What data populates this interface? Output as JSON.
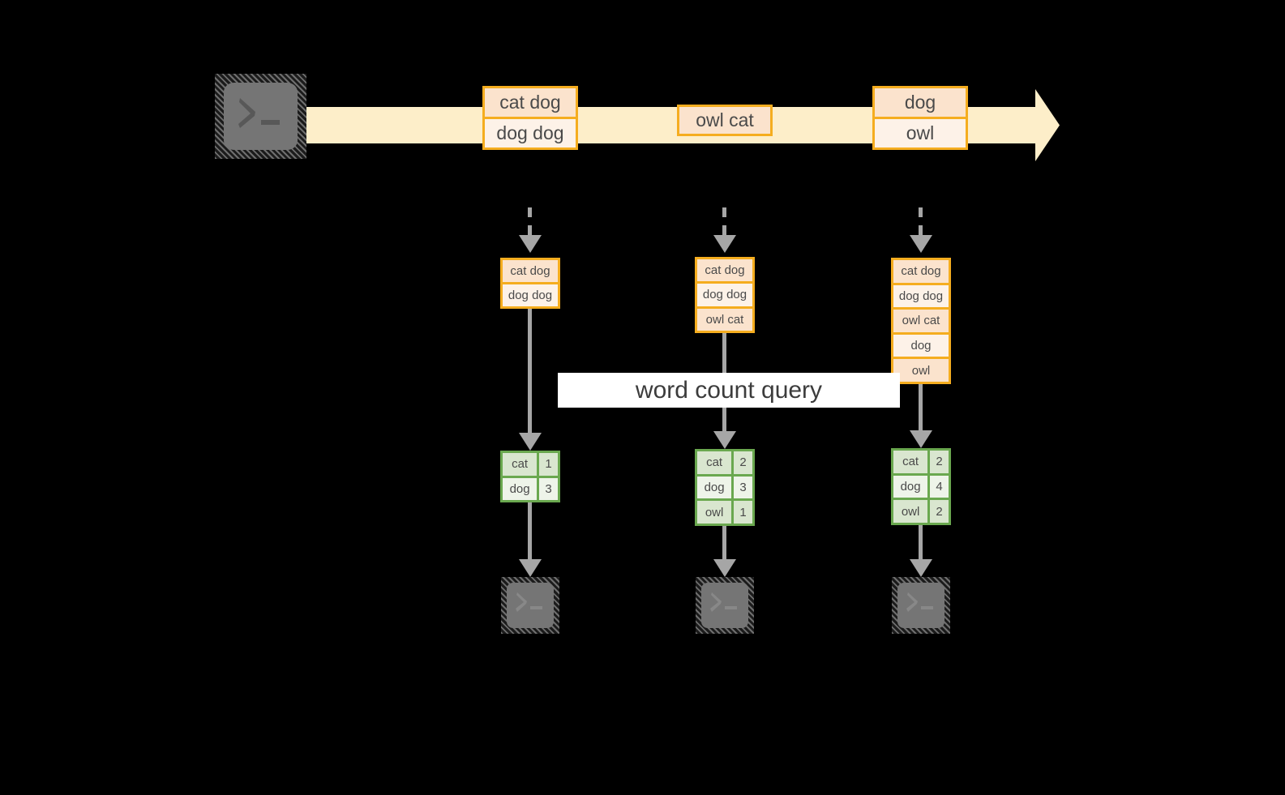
{
  "diagram": {
    "title_banner": {
      "label": "word count query"
    },
    "source": {
      "icon": "terminal-icon",
      "role": "producer"
    },
    "stream": {
      "records": [
        {
          "id": "r1",
          "lines": [
            "cat dog",
            "dog dog"
          ]
        },
        {
          "id": "r2",
          "lines": [
            "owl cat"
          ]
        },
        {
          "id": "r3",
          "lines": [
            "dog",
            "owl"
          ]
        }
      ]
    },
    "snapshots": [
      {
        "id": "s1",
        "lines": [
          "cat dog",
          "dog dog"
        ]
      },
      {
        "id": "s2",
        "lines": [
          "cat dog",
          "dog dog",
          "owl cat"
        ]
      },
      {
        "id": "s3",
        "lines": [
          "cat dog",
          "dog dog",
          "owl cat",
          "dog",
          "owl"
        ]
      }
    ],
    "results": [
      {
        "id": "t1",
        "rows": [
          {
            "word": "cat",
            "count": "1"
          },
          {
            "word": "dog",
            "count": "3"
          }
        ]
      },
      {
        "id": "t2",
        "rows": [
          {
            "word": "cat",
            "count": "2"
          },
          {
            "word": "dog",
            "count": "3"
          },
          {
            "word": "owl",
            "count": "1"
          }
        ]
      },
      {
        "id": "t3",
        "rows": [
          {
            "word": "cat",
            "count": "2"
          },
          {
            "word": "dog",
            "count": "4"
          },
          {
            "word": "owl",
            "count": "2"
          }
        ]
      }
    ],
    "sinks": [
      {
        "icon": "terminal-icon"
      },
      {
        "icon": "terminal-icon"
      },
      {
        "icon": "terminal-icon"
      }
    ],
    "colors": {
      "background": "#000000",
      "stream_band": "#fdeec9",
      "record_border": "#f5ad1f",
      "record_fill_dark": "#fbe3cd",
      "record_fill_light": "#fdf2e8",
      "result_border": "#6aa84f",
      "result_fill_dark": "#d9e6cf",
      "result_fill_light": "#eef4e9",
      "connector": "#a6a6a6",
      "banner_fill": "#ffffff",
      "text": "#4a4a4a",
      "terminal_plate": "#757575"
    }
  }
}
